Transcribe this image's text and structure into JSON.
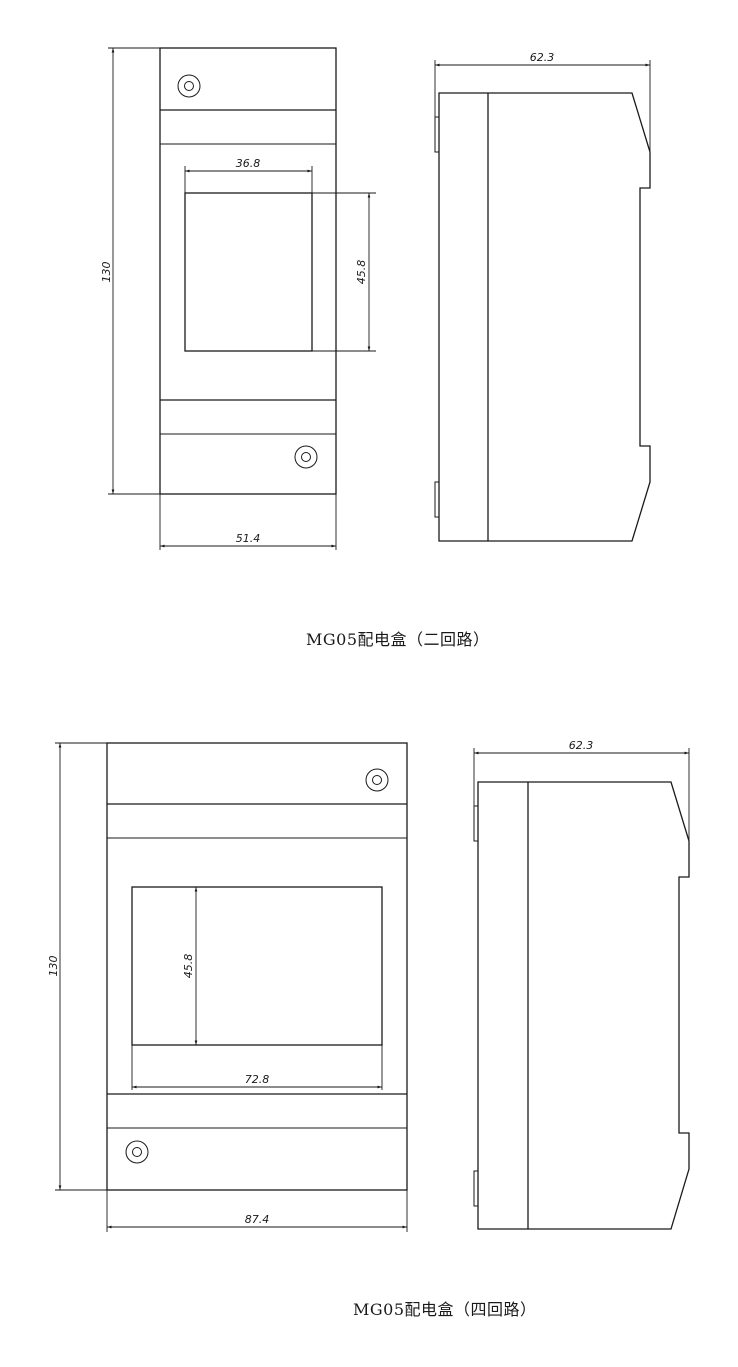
{
  "drawings": [
    {
      "caption": "MG05配电盒（二回路）",
      "front_view": {
        "height_dim": "130",
        "width_dim": "51.4",
        "window_width_dim": "36.8",
        "window_height_dim": "45.8"
      },
      "side_view": {
        "depth_dim": "62.3"
      }
    },
    {
      "caption": "MG05配电盒（四回路）",
      "front_view": {
        "height_dim": "130",
        "width_dim": "87.4",
        "window_width_dim": "72.8",
        "window_height_dim": "45.8"
      },
      "side_view": {
        "depth_dim": "62.3"
      }
    }
  ]
}
